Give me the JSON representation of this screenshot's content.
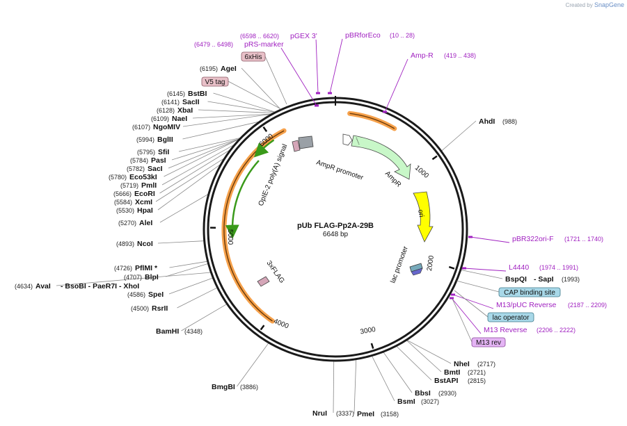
{
  "app": {
    "credit_prefix": "Created by",
    "credit_brand": "SnapGene"
  },
  "plasmid": {
    "name": "pUb FLAG-Pp2A-29B",
    "length_label": "6648 bp",
    "length": 6648
  },
  "colors": {
    "backbone": "#1a1a1a",
    "site": "#1a1a1a",
    "primer": "#a020c0",
    "orange_arc": "#f6a14b",
    "green_arc": "#3a9a1a",
    "ampr": "#c8f7c8",
    "ori": "#ffff00",
    "promoter": "#ffffff",
    "polya": "#9aa0a6",
    "tag_feature": "#d5a6b8",
    "teal_box": "#a8d8e8",
    "violet_box": "#e4b4f4",
    "pink_box": "#e8c0c8"
  },
  "tick_labels": [
    {
      "pos": 1000,
      "label": "1000"
    },
    {
      "pos": 2000,
      "label": "2000"
    },
    {
      "pos": 3000,
      "label": "3000"
    },
    {
      "pos": 4000,
      "label": "4000"
    },
    {
      "pos": 5000,
      "label": "5000"
    },
    {
      "pos": 6000,
      "label": "6000"
    }
  ],
  "features": [
    {
      "name": "AmpR promoter",
      "label": "AmpR promoter"
    },
    {
      "name": "AmpR",
      "label": "AmpR"
    },
    {
      "name": "ori",
      "label": "ori"
    },
    {
      "name": "lac promoter",
      "label": "lac promoter"
    },
    {
      "name": "3xFLAG",
      "label": "3xFLAG"
    },
    {
      "name": "OpIE-2 poly(A) signal",
      "label": "OpIE-2 poly(A) signal"
    }
  ],
  "sites": [
    {
      "name": "AhdI",
      "pos": "(988)"
    },
    {
      "name": "BspQI",
      "pos": "(1993)",
      "extra": "- SapI"
    },
    {
      "name": "NheI",
      "pos": "(2717)"
    },
    {
      "name": "BmtI",
      "pos": "(2721)"
    },
    {
      "name": "BstAPI",
      "pos": "(2815)"
    },
    {
      "name": "BbsI",
      "pos": "(2930)"
    },
    {
      "name": "BsmI",
      "pos": "(3027)"
    },
    {
      "name": "PmeI",
      "pos": "(3158)"
    },
    {
      "name": "NruI",
      "pos": "(3337)"
    },
    {
      "name": "BmgBI",
      "pos": "(3886)"
    },
    {
      "name": "BamHI",
      "pos": "(4348)"
    },
    {
      "name": "RsrII",
      "pos": "(4500)"
    },
    {
      "name": "SpeI",
      "pos": "(4586)"
    },
    {
      "name": "AvaI",
      "pos": "(4634)",
      "extra": "- BsoBI   - PaeR7I   - XhoI"
    },
    {
      "name": "BlpI",
      "pos": "(4707)"
    },
    {
      "name": "PflMI *",
      "pos": "(4726)"
    },
    {
      "name": "NcoI",
      "pos": "(4893)"
    },
    {
      "name": "AleI",
      "pos": "(5270)"
    },
    {
      "name": "HpaI",
      "pos": "(5530)"
    },
    {
      "name": "XcmI",
      "pos": "(5584)"
    },
    {
      "name": "EcoRI",
      "pos": "(5666)"
    },
    {
      "name": "PmlI",
      "pos": "(5719)"
    },
    {
      "name": "Eco53kI",
      "pos": "(5780)"
    },
    {
      "name": "SacI",
      "pos": "(5782)"
    },
    {
      "name": "PasI",
      "pos": "(5784)"
    },
    {
      "name": "SfiI",
      "pos": "(5795)"
    },
    {
      "name": "BglII",
      "pos": "(5994)"
    },
    {
      "name": "NgoMIV",
      "pos": "(6107)"
    },
    {
      "name": "NaeI",
      "pos": "(6109)"
    },
    {
      "name": "XbaI",
      "pos": "(6128)"
    },
    {
      "name": "SacII",
      "pos": "(6141)"
    },
    {
      "name": "BstBI",
      "pos": "(6145)"
    },
    {
      "name": "AgeI",
      "pos": "(6195)"
    }
  ],
  "primers": [
    {
      "name": "pGEX 3'",
      "range": "(6598 .. 6620)"
    },
    {
      "name": "pRS-marker",
      "range": "(6479 .. 6498)"
    },
    {
      "name": "pBRforEco",
      "range": "(10 .. 28)"
    },
    {
      "name": "Amp-R",
      "range": "(419 .. 438)"
    },
    {
      "name": "pBR322ori-F",
      "range": "(1721 .. 1740)"
    },
    {
      "name": "L4440",
      "range": "(1974 .. 1991)"
    },
    {
      "name": "M13/pUC Reverse",
      "range": "(2187 .. 2209)"
    },
    {
      "name": "M13 Reverse",
      "range": "(2206 .. 2222)"
    }
  ],
  "boxed_features": [
    {
      "name": "6xHis",
      "label": "6xHis"
    },
    {
      "name": "V5 tag",
      "label": "V5 tag"
    },
    {
      "name": "CAP binding site",
      "label": "CAP binding site"
    },
    {
      "name": "lac operator",
      "label": "lac operator"
    },
    {
      "name": "M13 rev",
      "label": "M13 rev"
    }
  ]
}
